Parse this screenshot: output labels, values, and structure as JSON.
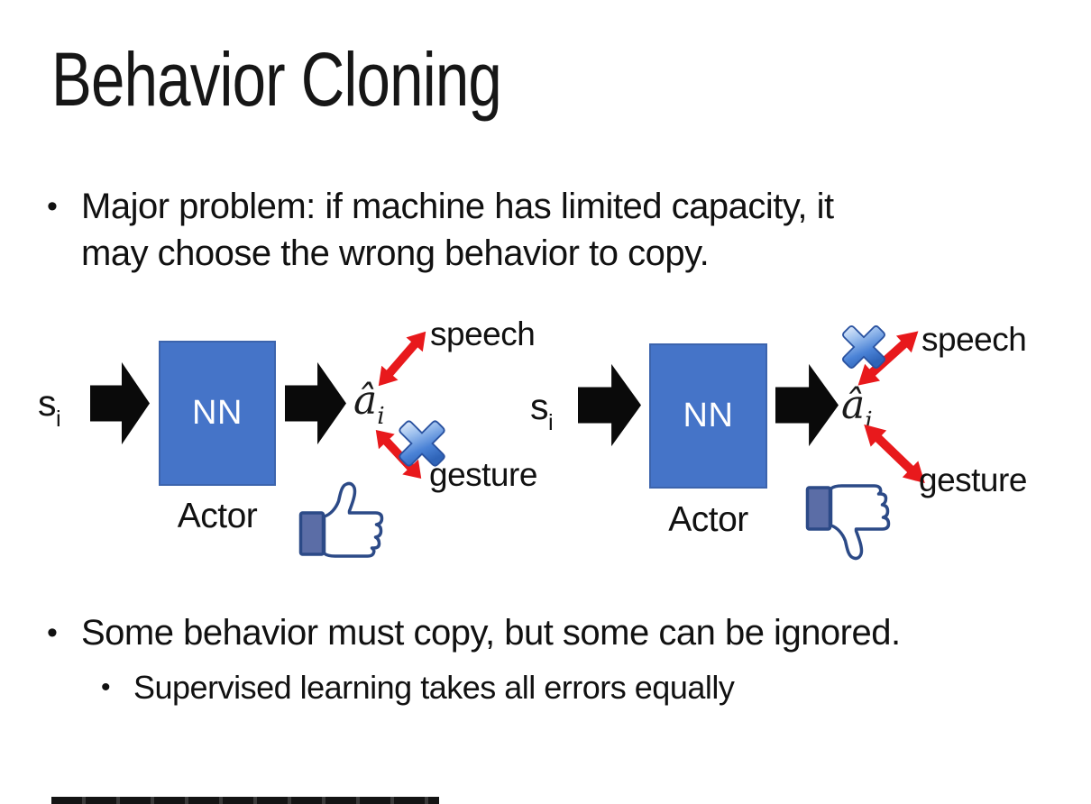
{
  "slide": {
    "title": "Behavior Cloning",
    "bullet_glyph": "•",
    "bullets": {
      "b1_line1": "Major problem: if machine has limited capacity, it",
      "b1_line2": "may choose the wrong behavior to copy.",
      "b2": "Some behavior must copy, but some can be ignored.",
      "b2_sub": "Supervised learning takes all errors equally"
    }
  },
  "diagram": {
    "left": {
      "input_base": "s",
      "input_sub": "i",
      "nn_label": "NN",
      "actor_label": "Actor",
      "output_base": "â",
      "output_sub": "i",
      "speech_label": "speech",
      "gesture_label": "gesture",
      "crossed_out_behavior": "gesture",
      "feedback_icon": "thumbs-up-icon"
    },
    "right": {
      "input_base": "s",
      "input_sub": "i",
      "nn_label": "NN",
      "actor_label": "Actor",
      "output_base": "â",
      "output_sub": "i",
      "speech_label": "speech",
      "gesture_label": "gesture",
      "crossed_out_behavior": "speech",
      "feedback_icon": "thumbs-down-icon"
    }
  },
  "colors": {
    "nn_box_blue": "#4574c8",
    "flow_arrow_black": "#0a0a0a",
    "behavior_arrow_red": "#e8191c",
    "cross_blue": "#3b6cc7",
    "thumb_outline_navy": "#2c4a87",
    "thumb_cuff_slate": "#5b6da6"
  }
}
